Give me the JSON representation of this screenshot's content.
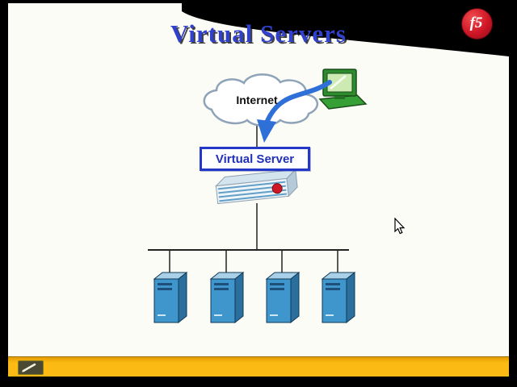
{
  "slide": {
    "title": "Virtual Servers"
  },
  "logo": {
    "text": "f5",
    "color": "#cf1626"
  },
  "diagram": {
    "internet_label": "Internet",
    "virtual_server_label": "Virtual Server",
    "server_count": 4
  },
  "colors": {
    "title_blue": "#3141cc",
    "box_border_blue": "#2438c8",
    "arrow_blue": "#2f6fd8",
    "tower_front": "#3f96cc",
    "tower_side": "#2a6f9e",
    "tower_top": "#a8d0e8",
    "computer_green": "#36a036",
    "toolbar_yellow": "#fcbb14",
    "swoosh_black": "#000000"
  }
}
